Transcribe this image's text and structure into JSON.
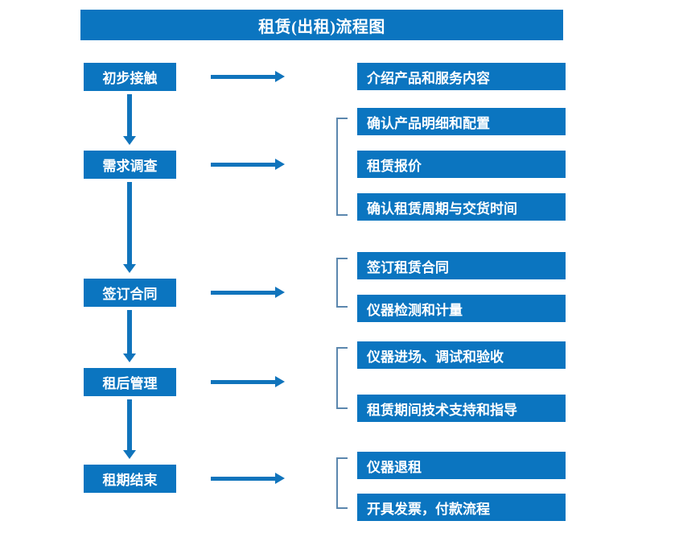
{
  "diagram": {
    "title": "租赁(出租)流程图",
    "colors": {
      "box_blue": "#0b75c0",
      "arrow_blue": "#1074bc",
      "bracket_blue": "#5b87ae",
      "text_white": "#ffffff",
      "background": "#ffffff"
    },
    "stages": [
      {
        "label": "初步接触"
      },
      {
        "label": "需求调查"
      },
      {
        "label": "签订合同"
      },
      {
        "label": "租后管理"
      },
      {
        "label": "租期结束"
      }
    ],
    "details": [
      {
        "label": "介绍产品和服务内容"
      },
      {
        "label": "确认产品明细和配置"
      },
      {
        "label": "租赁报价"
      },
      {
        "label": "确认租赁周期与交货时间"
      },
      {
        "label": "签订租赁合同"
      },
      {
        "label": "仪器检测和计量"
      },
      {
        "label": "仪器进场、调试和验收"
      },
      {
        "label": "租赁期间技术支持和指导"
      },
      {
        "label": "仪器退租"
      },
      {
        "label": "开具发票，付款流程"
      }
    ],
    "groups": [
      {
        "name": "requirement-survey-group",
        "members": [
          "确认产品明细和配置",
          "租赁报价",
          "确认租赁周期与交货时间"
        ]
      },
      {
        "name": "contract-group",
        "members": [
          "签订租赁合同",
          "仪器检测和计量"
        ]
      },
      {
        "name": "post-rental-group",
        "members": [
          "仪器进场、调试和验收",
          "租赁期间技术支持和指导"
        ]
      },
      {
        "name": "rental-end-group",
        "members": [
          "仪器退租",
          "开具发票，付款流程"
        ]
      }
    ],
    "flow_sequence": [
      "初步接触",
      "需求调查",
      "签订合同",
      "租后管理",
      "租期结束"
    ]
  }
}
